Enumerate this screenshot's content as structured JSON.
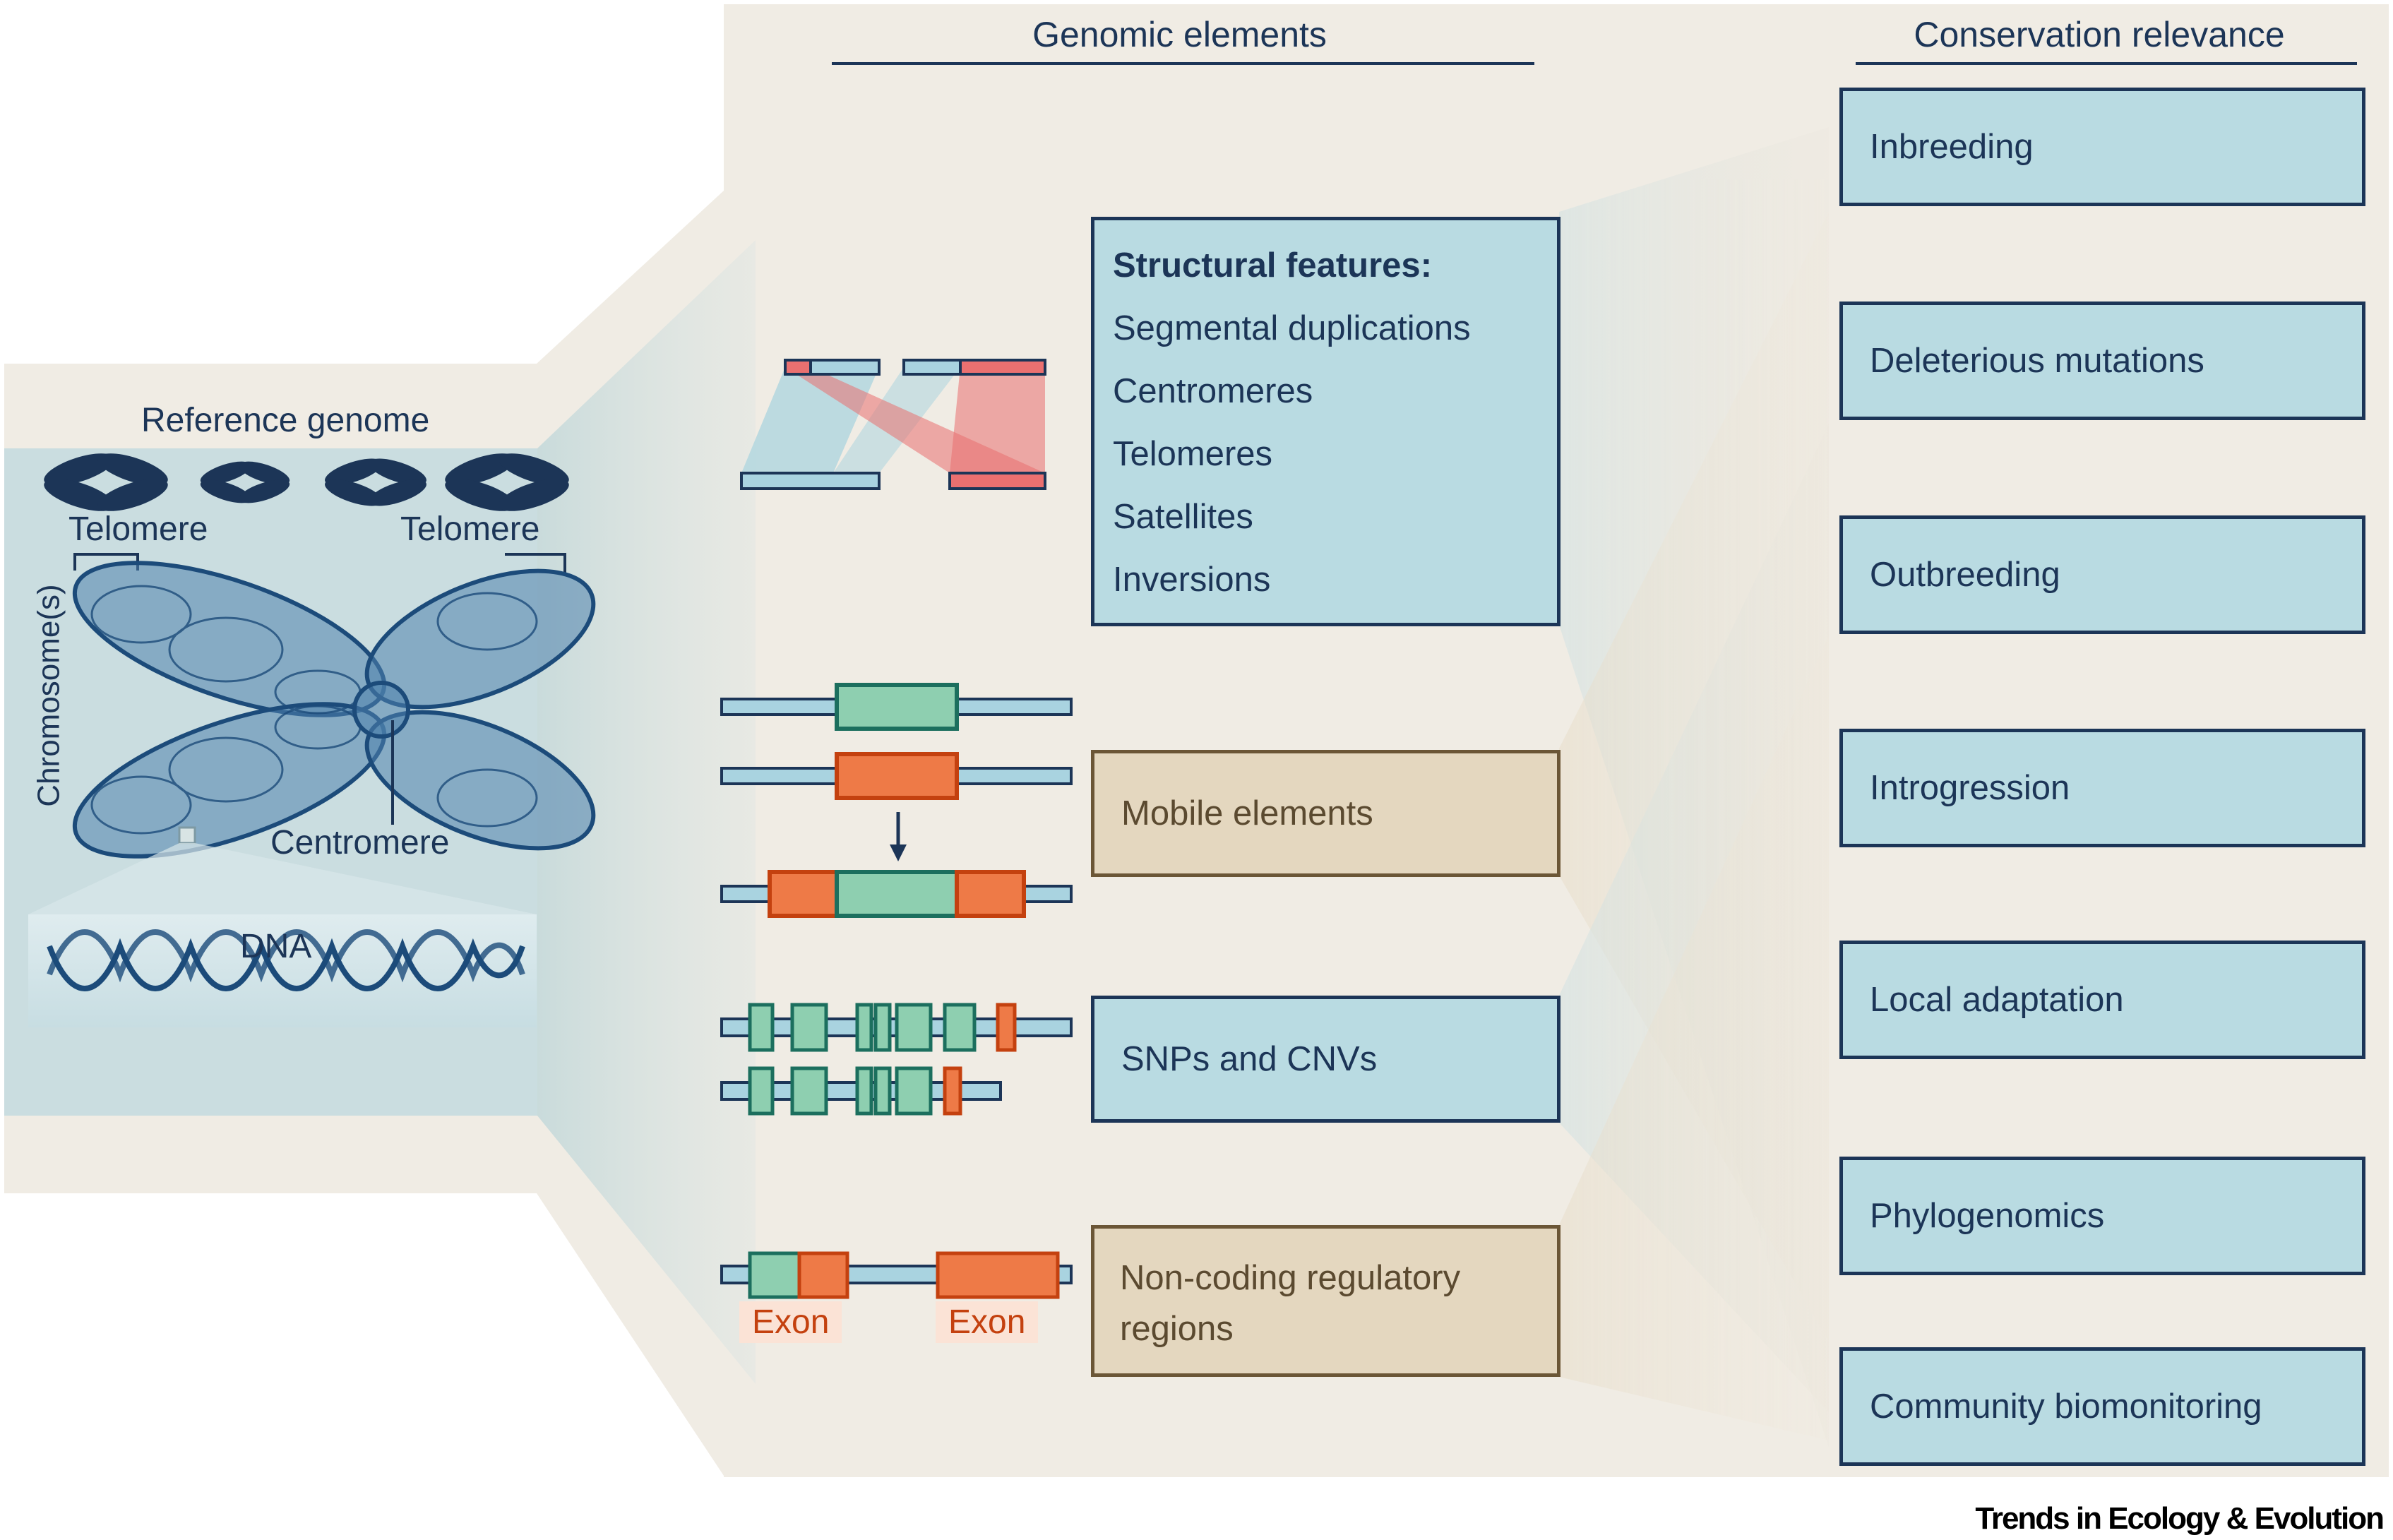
{
  "headers": {
    "genomic_elements": "Genomic elements",
    "conservation_relevance": "Conservation relevance"
  },
  "reference_panel": {
    "title": "Reference genome",
    "telomere_left": "Telomere",
    "telomere_right": "Telomere",
    "chromosome_label": "Chromosome(s)",
    "centromere": "Centromere",
    "dna": "DNA"
  },
  "genomic_boxes": {
    "structural": {
      "heading": "Structural features:",
      "items": [
        "Segmental duplications",
        "Centromeres",
        "Telomeres",
        "Satellites",
        "Inversions"
      ]
    },
    "mobile": "Mobile elements",
    "snps": "SNPs and CNVs",
    "noncoding": [
      "Non-coding regulatory",
      "regions"
    ]
  },
  "exon_labels": [
    "Exon",
    "Exon"
  ],
  "conservation_items": [
    "Inbreeding",
    "Deleterious mutations",
    "Outbreeding",
    "Introgression",
    "Local adaptation",
    "Phylogenomics",
    "Community biomonitoring"
  ],
  "footer": "Trends in Ecology & Evolution",
  "colors": {
    "navy": "#1c3557",
    "light_blue_box": "#b9dbe2",
    "tan_box": "#e4d7bf",
    "gene_green": "#8ecfb0",
    "mobile_orange": "#ee7a47",
    "segdup_red": "#ea7070",
    "background_beige": "#f0ece4"
  },
  "icons": [
    "chromosome-icon",
    "dna-helix-icon",
    "arrow-down-icon"
  ]
}
